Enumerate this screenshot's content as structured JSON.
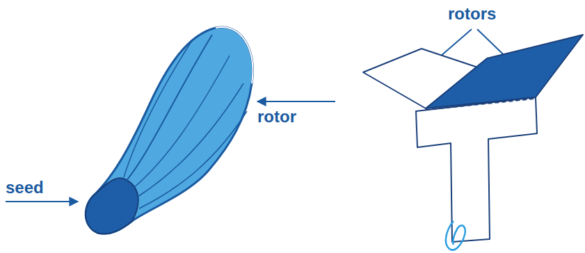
{
  "diagram": {
    "labels": [
      "rotor",
      "seed",
      "rotors"
    ]
  }
}
